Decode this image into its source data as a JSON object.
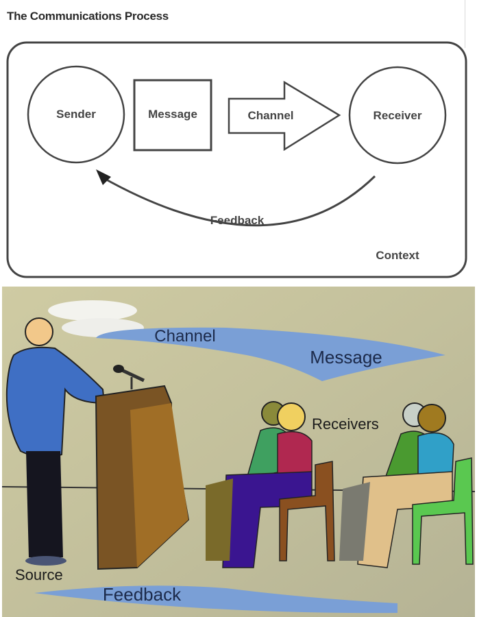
{
  "diagram": {
    "title": "The Communications Process",
    "nodes": {
      "sender": "Sender",
      "message": "Message",
      "channel": "Channel",
      "receiver": "Receiver"
    },
    "feedback_label": "Feedback",
    "context_label": "Context"
  },
  "illustration": {
    "channel_label": "Channel",
    "message_label": "Message",
    "receivers_label": "Receivers",
    "source_label": "Source",
    "feedback_label": "Feedback",
    "colors": {
      "background": "#c9c6a0",
      "banner": "#7a9fd6",
      "text": "#1c2a4a",
      "jacket": "#3f6fc4",
      "podium": "#8a5c25"
    }
  }
}
